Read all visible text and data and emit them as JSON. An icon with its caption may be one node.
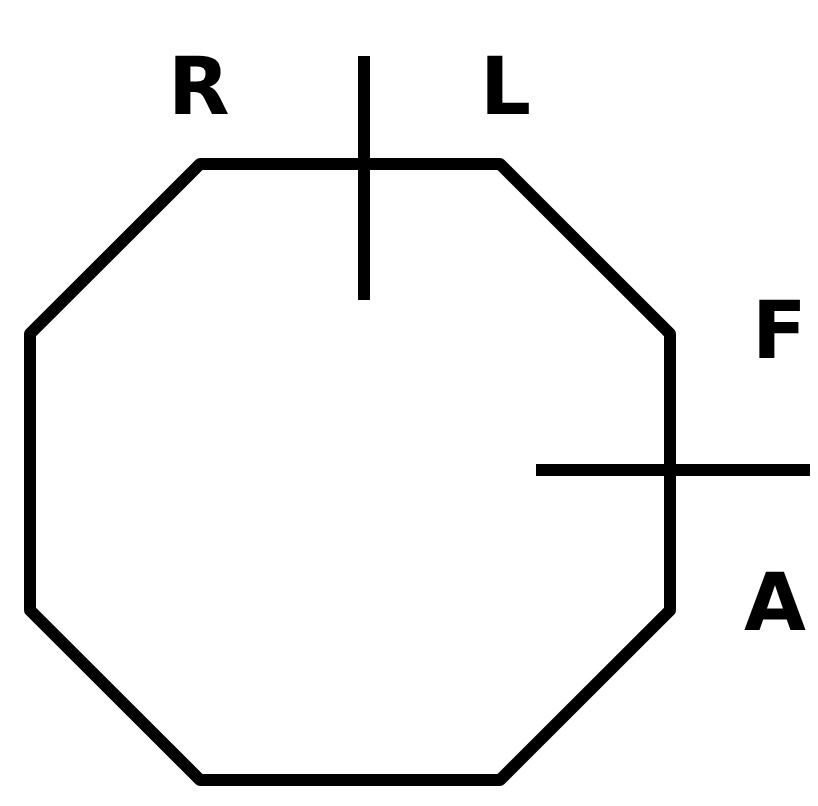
{
  "diagram": {
    "nodes": [
      {
        "text": [],
        "shape": "octagon"
      }
    ],
    "labels": [
      "R",
      "L",
      "F",
      "A"
    ]
  }
}
